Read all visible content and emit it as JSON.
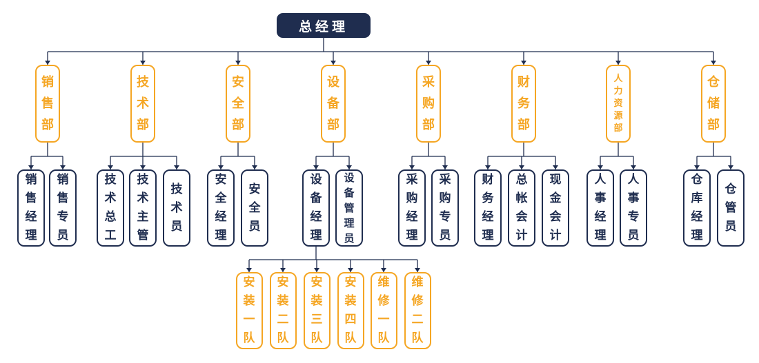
{
  "colors": {
    "accent": "#f5a623",
    "navy": "#1f2d4f",
    "line": "#1f2d4f"
  },
  "root": "总经理",
  "departments": [
    {
      "name": "销售部",
      "staff": [
        "销售经理",
        "销售专员"
      ]
    },
    {
      "name": "技术部",
      "staff": [
        "技术总工",
        "技术主管",
        "技术员"
      ]
    },
    {
      "name": "安全部",
      "staff": [
        "安全经理",
        "安全员"
      ]
    },
    {
      "name": "设备部",
      "staff": [
        "设备经理",
        "设备管理员"
      ]
    },
    {
      "name": "采购部",
      "staff": [
        "采购经理",
        "采购专员"
      ]
    },
    {
      "name": "财务部",
      "staff": [
        "财务经理",
        "总帐会计",
        "现金会计"
      ]
    },
    {
      "name": "人力资源部",
      "staff": [
        "人事经理",
        "人事专员"
      ]
    },
    {
      "name": "仓储部",
      "staff": [
        "仓库经理",
        "仓管员"
      ]
    }
  ],
  "teams": [
    "安装一队",
    "安装二队",
    "安装三队",
    "安装四队",
    "维修一队",
    "维修二队"
  ]
}
